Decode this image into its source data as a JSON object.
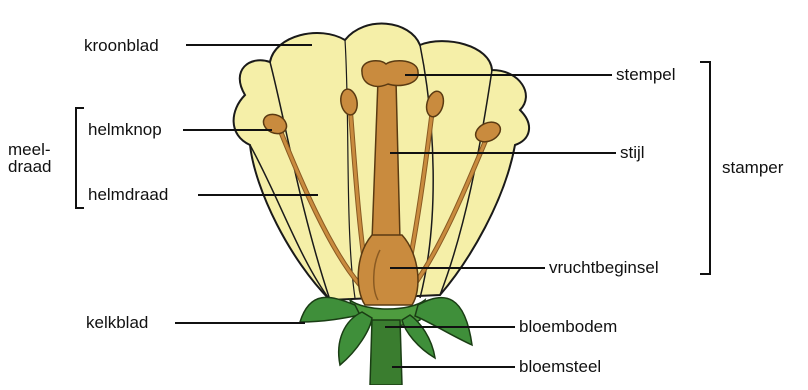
{
  "labels": {
    "kroonblad": "kroonblad",
    "helmknop": "helmknop",
    "helmdraad": "helmdraad",
    "meeldraad_line1": "meel-",
    "meeldraad_line2": "draad",
    "kelkblad": "kelkblad",
    "stempel": "stempel",
    "stijl": "stijl",
    "vruchtbeginsel": "vruchtbeginsel",
    "stamper": "stamper",
    "bloembodem": "bloembodem",
    "bloemsteel": "bloemsteel"
  },
  "colors": {
    "petal_fill": "#f5efa8",
    "petal_stroke": "#1a1a1a",
    "pistil_fill": "#c98b3e",
    "pistil_dark": "#8a5a22",
    "sepal_fill": "#3f8f3a",
    "stem_fill": "#3a7d2f",
    "line": "#111111"
  }
}
